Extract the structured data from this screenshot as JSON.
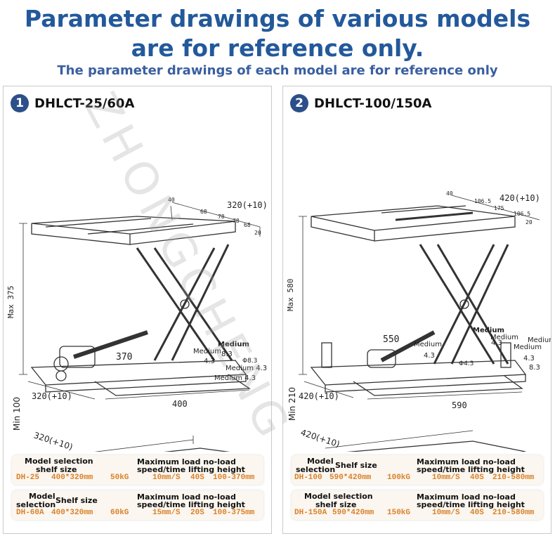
{
  "header": {
    "title_line1": "Parameter drawings of various models",
    "title_line2": "are for reference only.",
    "subtitle": "The parameter drawings of each model are for reference only"
  },
  "watermark": "ZHONGCHENG",
  "colors": {
    "title": "#23599b",
    "badge": "#2d4f8a",
    "value": "#d9822b",
    "spec_bg": "#fbf6ef"
  },
  "panels": [
    {
      "number": "1",
      "model": "DHLCT-25/60A",
      "top_dims": {
        "width": "320(+10)",
        "d1": "40",
        "d2": "68",
        "d3": "78",
        "d4": "78",
        "d5": "68",
        "d6": "20",
        "height": "Max 375",
        "depth": "320(+10)",
        "length": "400"
      },
      "bottom_dims": {
        "length": "370",
        "m1": "Medium",
        "m2": "Medium",
        "m3": "Medium 4.3",
        "m4": "Medium 4.3",
        "v1": "4.3",
        "v2": "8.3",
        "v3": "Φ8.3",
        "height": "Min 100",
        "depth": "320(+10)"
      },
      "specs": [
        {
          "model_label": "Model selection",
          "shelf_label": "shelf size",
          "perf_label_1": "Maximum load no-load",
          "perf_label_2": "speed/time lifting height",
          "model": "DH-25",
          "size": "400*320mm",
          "load": "50kG",
          "speed": "10mm/S",
          "time": "40S",
          "range": "100-370mm"
        },
        {
          "model_label": "Model",
          "model_label_2": "selection",
          "shelf_label": "Shelf size",
          "perf_label_1": "Maximum load no-load",
          "perf_label_2": "speed/time lifting height",
          "model": "DH-60A",
          "size": "400*320mm",
          "load": "60kG",
          "speed": "15mm/S",
          "time": "20S",
          "range": "100-375mm"
        }
      ]
    },
    {
      "number": "2",
      "model": "DHLCT-100/150A",
      "top_dims": {
        "width": "420(+10)",
        "d1": "40",
        "d2": "106.5",
        "d3": "175",
        "d4": "106.5",
        "d6": "20",
        "height": "Max 580",
        "depth": "420(+10)",
        "length": "590"
      },
      "bottom_dims": {
        "length": "550",
        "m1": "Medium",
        "m2": "Medium",
        "m3": "Medium",
        "m4": "Medium",
        "m5": "Medium",
        "v1": "4.3",
        "v2": "Φ4.3",
        "v3": "8.3",
        "v4": "4.3",
        "v5": "4.3",
        "height": "Min 210",
        "depth": "420(+10)"
      },
      "specs": [
        {
          "model_label": "Model",
          "model_label_2": "selection",
          "shelf_label": "Shelf size",
          "perf_label_1": "Maximum load no-load",
          "perf_label_2": "speed/time lifting height",
          "model": "DH-100",
          "size": "590*420mm",
          "load": "100kG",
          "speed": "10mm/S",
          "time": "40S",
          "range": "210-580mm"
        },
        {
          "model_label": "Model selection",
          "shelf_label": "shelf size",
          "perf_label_1": "Maximum load no-load",
          "perf_label_2": "speed/time lifting height",
          "model": "DH-150A",
          "size": "590*420mm",
          "load": "150kG",
          "speed": "10mm/S",
          "time": "40S",
          "range": "210-580mm"
        }
      ]
    }
  ]
}
